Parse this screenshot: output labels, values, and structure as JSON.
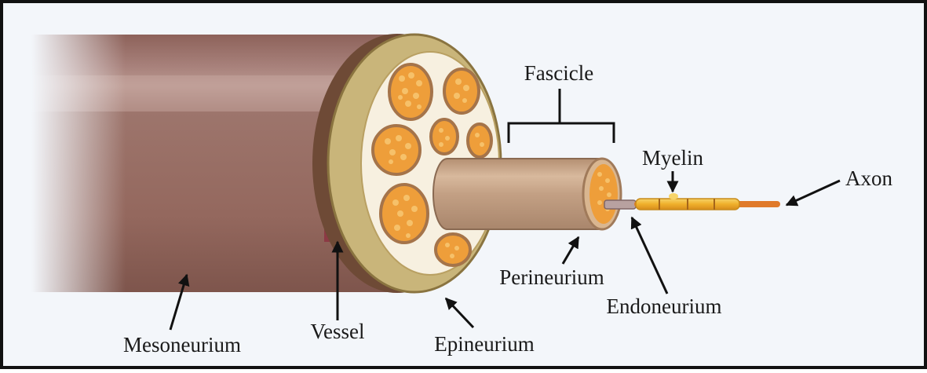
{
  "diagram": {
    "labels": {
      "fascicle": "Fascicle",
      "myelin": "Myelin",
      "axon": "Axon",
      "perineurium": "Perineurium",
      "endoneurium": "Endoneurium",
      "mesoneurium": "Mesoneurium",
      "vessel": "Vessel",
      "epineurium": "Epineurium"
    },
    "colors": {
      "background": "#f3f6fa",
      "border": "#111111",
      "nerve_body": "#a0766c",
      "epineurium": "#c9b57a",
      "perineurium_tube": "#c39f83",
      "fascicle_fill": "#ee9e3a",
      "endoneurium": "#f7f0e0",
      "myelin": "#f0b02b",
      "axon": "#e07a2a",
      "vessel": "#b5525a"
    }
  }
}
